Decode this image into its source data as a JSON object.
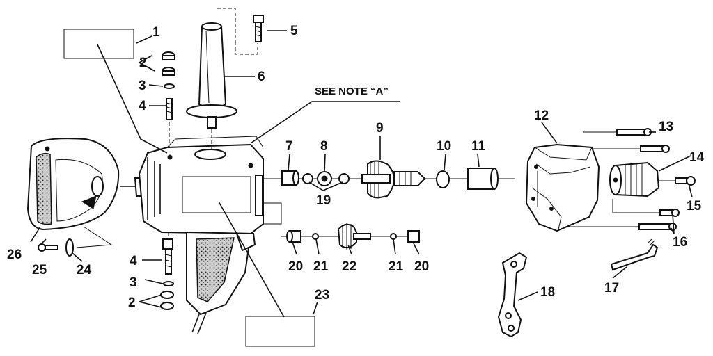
{
  "note": "SEE NOTE “A”",
  "callouts": [
    "1",
    "2",
    "3",
    "4",
    "5",
    "6",
    "7",
    "8",
    "9",
    "10",
    "11",
    "12",
    "13",
    "14",
    "15",
    "16",
    "17",
    "18",
    "19",
    "20",
    "21",
    "22",
    "23",
    "24",
    "25",
    "26"
  ],
  "repeat_callouts": {
    "two": "2",
    "three": "3",
    "four": "4",
    "twenty": "20",
    "twentyone": "21"
  }
}
